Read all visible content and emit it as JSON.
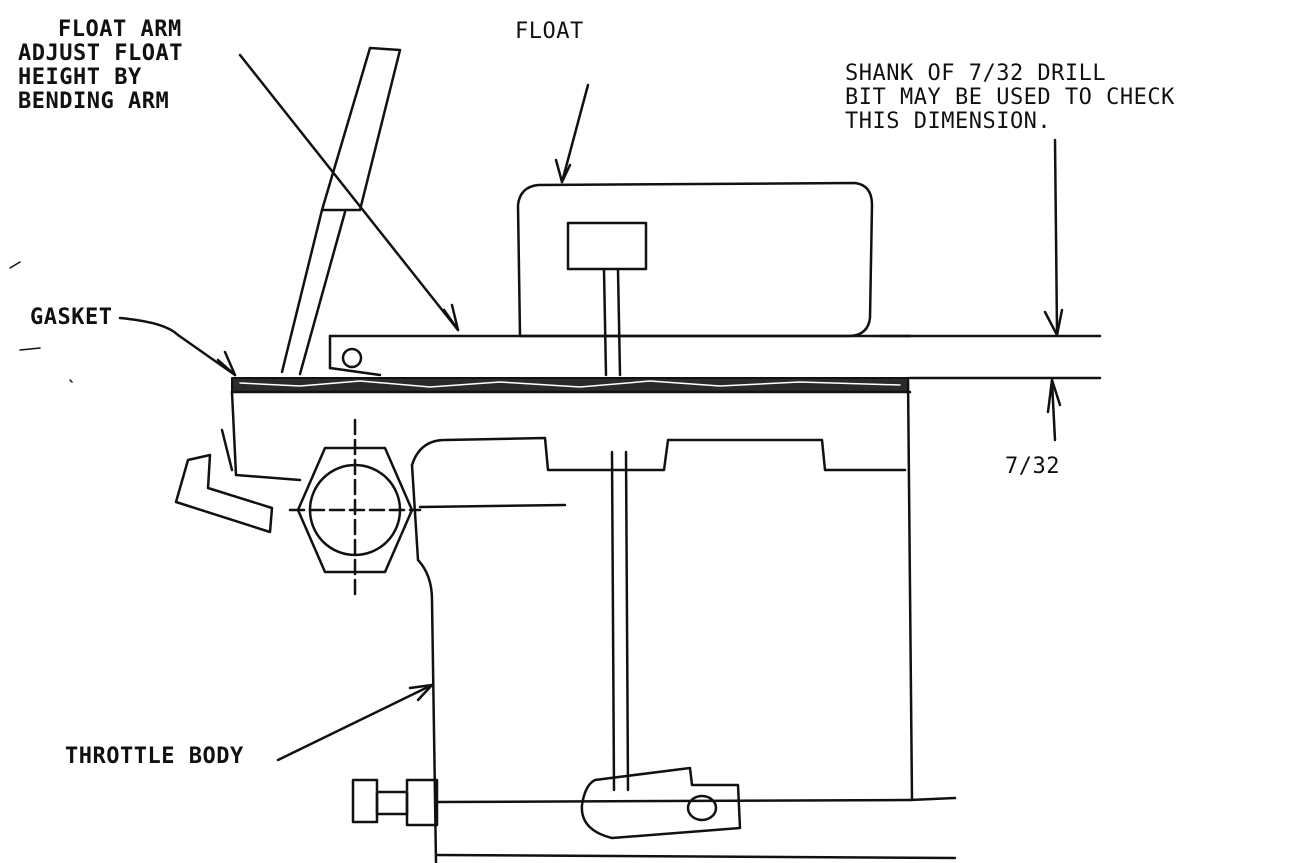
{
  "labels": {
    "float_arm_lines": [
      "FLOAT ARM",
      "ADJUST FLOAT",
      "HEIGHT BY",
      "BENDING ARM"
    ],
    "float": "FLOAT",
    "shank_lines": [
      "SHANK OF 7/32 DRILL",
      "BIT MAY BE USED TO CHECK",
      "THIS DIMENSION."
    ],
    "gasket": "GASKET",
    "dimension": "7/32",
    "throttle_body": "THROTTLE BODY"
  },
  "colors": {
    "ink": "#111111",
    "paper": "#ffffff",
    "gasket_fill": "#2a2a2a"
  }
}
